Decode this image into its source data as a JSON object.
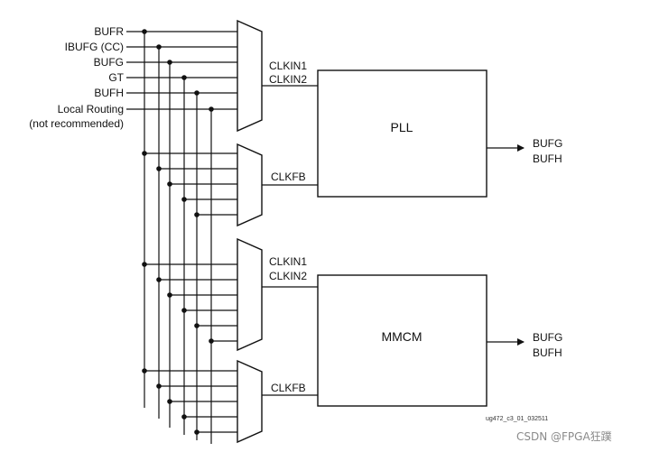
{
  "sources": [
    "BUFR",
    "IBUFG (CC)",
    "BUFG",
    "GT",
    "BUFH",
    "Local Routing",
    "(not recommended)"
  ],
  "blocks": [
    {
      "name": "PLL",
      "inputs": [
        "CLKIN1",
        "CLKIN2"
      ],
      "feedback": "CLKFB",
      "outputs": [
        "BUFG",
        "BUFH"
      ]
    },
    {
      "name": "MMCM",
      "inputs": [
        "CLKIN1",
        "CLKIN2"
      ],
      "feedback": "CLKFB",
      "outputs": [
        "BUFG",
        "BUFH"
      ]
    }
  ],
  "figure_id": "ug472_c3_01_032511",
  "watermark": "CSDN @FPGA狂蹼",
  "colors": {
    "line": "#111111",
    "background": "#ffffff",
    "watermark": "#8a8a8a"
  }
}
